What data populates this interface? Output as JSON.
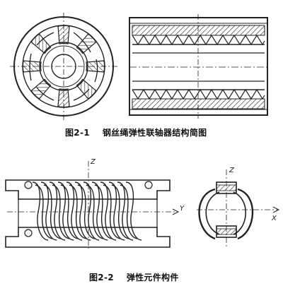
{
  "figure1": {
    "caption_number": "图2-1",
    "caption_text": "钢丝绳弹性联轴器结构简图"
  },
  "figure2": {
    "caption_number": "图2-2",
    "caption_text": "弹性元件构件",
    "axis_z_main": "Z",
    "axis_y_main": "Y",
    "axis_z_side": "Z",
    "axis_x_side": "X"
  }
}
